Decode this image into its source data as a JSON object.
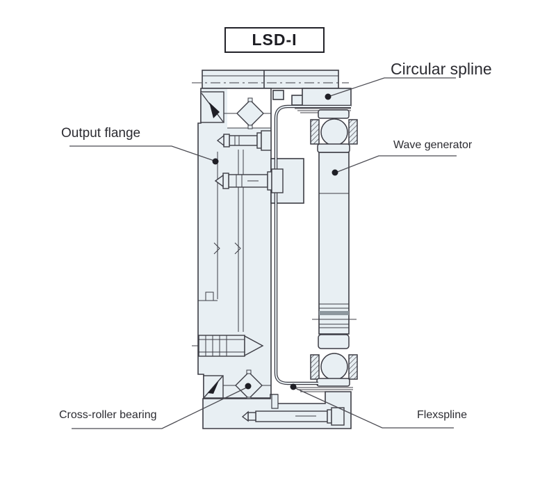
{
  "diagram": {
    "title": "LSD-I",
    "labels": {
      "circular_spline": "Circular spline",
      "output_flange": "Output flange",
      "wave_generator": "Wave generator",
      "cross_roller_bearing": "Cross-roller bearing",
      "flexspline": "Flexspline"
    },
    "icon_names": [
      "leader-dot",
      "hatch-seal",
      "roller-diamond",
      "ball-bearing"
    ],
    "colors": {
      "background": "#ffffff",
      "part_fill": "#e8eff3",
      "outline": "#3c3c44",
      "leader_line": "#4b4b52",
      "text": "#2b2b31",
      "groove_band": "#8d979e"
    }
  }
}
